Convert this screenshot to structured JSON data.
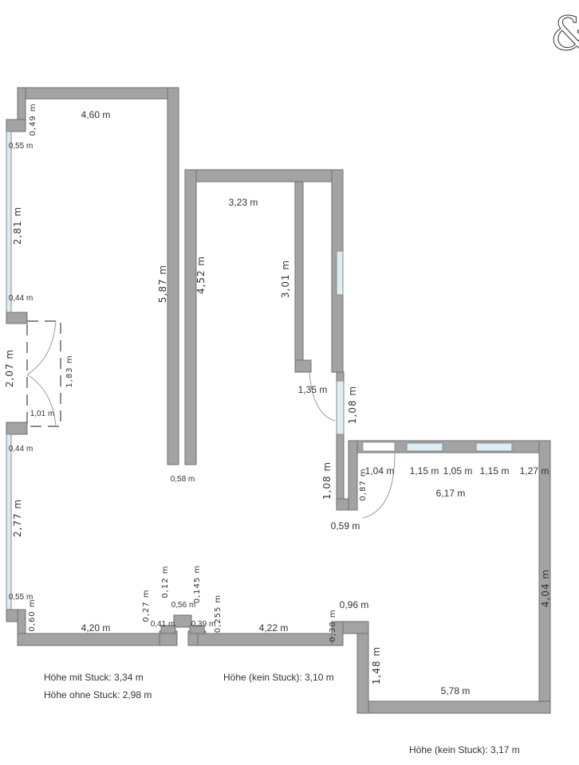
{
  "logo": {
    "text": "&"
  },
  "colors": {
    "wall": "#a3a3a3",
    "wall_outline": "#6f6f6f",
    "window": "#dcedf5"
  },
  "labels": {
    "l460": "4,60 m",
    "l049": "0,49 m",
    "l055a": "0,55 m",
    "l281": "2,81 m",
    "l044a": "0,44 m",
    "l207": "2,07 m",
    "l183": "1,83 m",
    "l101": "1,01 m",
    "l044b": "0,44 m",
    "l277": "2,77 m",
    "l055b": "0,55 m",
    "l060": "0,60 m",
    "l420": "4,20 m",
    "l027": "0,27 m",
    "l041": "0,41 m",
    "l012": "0,12 m",
    "l056": "0,56 m",
    "l0145": "0,145 m",
    "l039": "0,39 m",
    "l0255": "0,255 m",
    "l422": "4,22 m",
    "l038": "0,38 m",
    "l096": "0,96 m",
    "l148": "1,48 m",
    "l578": "5,78 m",
    "l404": "4,04 m",
    "l587": "5,87 m",
    "l452": "4,52 m",
    "l058": "0,58 m",
    "l323": "3,23 m",
    "l301": "3,01 m",
    "l135": "1,35 m",
    "l108a": "1,08 m",
    "l108b": "1,08 m",
    "l087": "0,87 m",
    "l104": "1,04 m",
    "l115a": "1,15 m",
    "l105": "1,05 m",
    "l115b": "1,15 m",
    "l127": "1,27 m",
    "l617": "6,17 m",
    "l059": "0,59 m"
  },
  "notes": {
    "left_with_stucco": "Höhe mit Stuck: 3,34 m",
    "left_without_stucco": "Höhe ohne Stuck: 2,98 m",
    "middle": "Höhe (kein Stuck): 3,10 m",
    "right": "Höhe (kein Stuck): 3,17 m"
  }
}
